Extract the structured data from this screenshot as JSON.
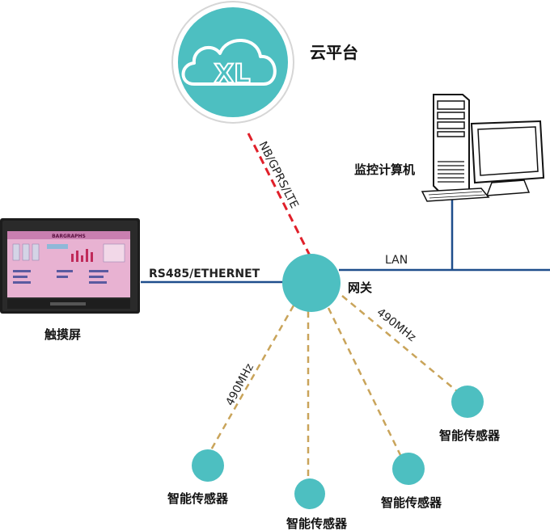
{
  "cloud": {
    "label": "云平台",
    "logo_text": "XL"
  },
  "links": {
    "cloud_gateway": "NB/GPRS/LTE",
    "touch_gateway": "RS485/ETHERNET",
    "lan": "LAN",
    "radio_left": "490MHz",
    "radio_right": "490MHz"
  },
  "gateway": {
    "label": "网关"
  },
  "touchscreen": {
    "label": "触摸屏",
    "screen_title": "BARGRAPHS"
  },
  "computer": {
    "label": "监控计算机"
  },
  "sensors": [
    {
      "label": "智能传感器"
    },
    {
      "label": "智能传感器"
    },
    {
      "label": "智能传感器"
    },
    {
      "label": "智能传感器"
    }
  ],
  "colors": {
    "teal": "#4dbfc1",
    "network_blue": "#1f4e8c",
    "cellular_red": "#e0202a",
    "radio_dash": "#c9a45a",
    "screen_pink": "#e8b2d2"
  }
}
